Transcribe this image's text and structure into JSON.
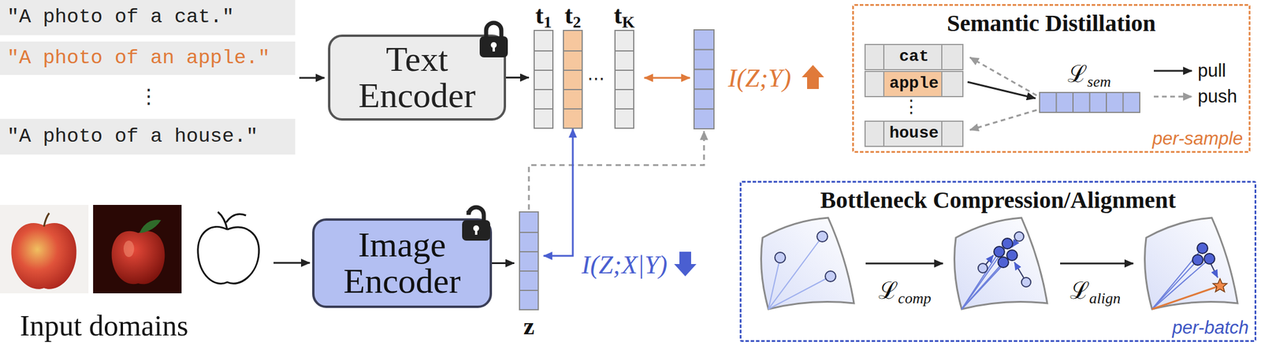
{
  "diagram": {
    "nodes": [
      {
        "text": [
          "\"A photo of a cat.\""
        ]
      },
      {
        "text": [
          "\"A photo of an apple.\""
        ]
      },
      {
        "text": [
          "\"A photo of a house.\""
        ]
      },
      {
        "text": [
          "Text Encoder"
        ]
      },
      {
        "text": [
          "t1"
        ]
      },
      {
        "text": [
          "t2"
        ]
      },
      {
        "text": [
          "tK"
        ]
      },
      {
        "text": [
          "Semantic Distillation",
          "per-sample"
        ]
      },
      {
        "text": [
          "cat"
        ],
        "in": 7
      },
      {
        "text": [
          "apple"
        ],
        "in": 7
      },
      {
        "text": [
          "house"
        ],
        "in": 7
      },
      {
        "text": [
          "Image Encoder"
        ]
      },
      {
        "text": [
          "z"
        ]
      },
      {
        "text": [
          "Bottleneck Compression/Alignment",
          "per-batch"
        ]
      }
    ],
    "edges": [
      {
        "from": 3,
        "to": 4,
        "arrow": "to"
      },
      {
        "from": 11,
        "to": 12,
        "arrow": "to"
      },
      {
        "from": 12,
        "to": 5,
        "arrow": "both"
      }
    ],
    "labels": [
      "⋮",
      "⋯",
      "I(Z;Y)",
      "ℒsem",
      "⋮",
      "I(Z;X|Y)",
      "ℒcomp",
      "ℒalign",
      "Input domains"
    ],
    "legend": [
      {
        "text": "pull"
      },
      {
        "text": "push"
      }
    ]
  }
}
